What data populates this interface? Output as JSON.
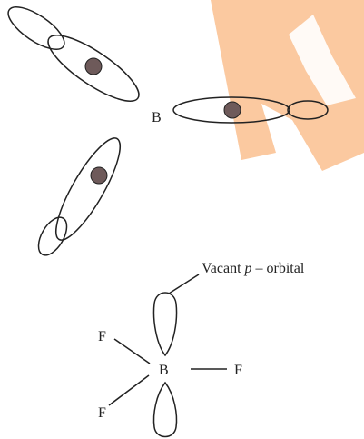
{
  "colors": {
    "watermark": "#fbc9a0",
    "line": "#222222",
    "nucleus": "#6e5a5a"
  },
  "top": {
    "central_atom": "B"
  },
  "bottom": {
    "central_atom": "B",
    "ligand_top": "F",
    "ligand_right": "F",
    "ligand_bottom": "F",
    "vacant_prefix": "Vacant ",
    "vacant_p": "p",
    "vacant_suffix": " – orbital"
  }
}
